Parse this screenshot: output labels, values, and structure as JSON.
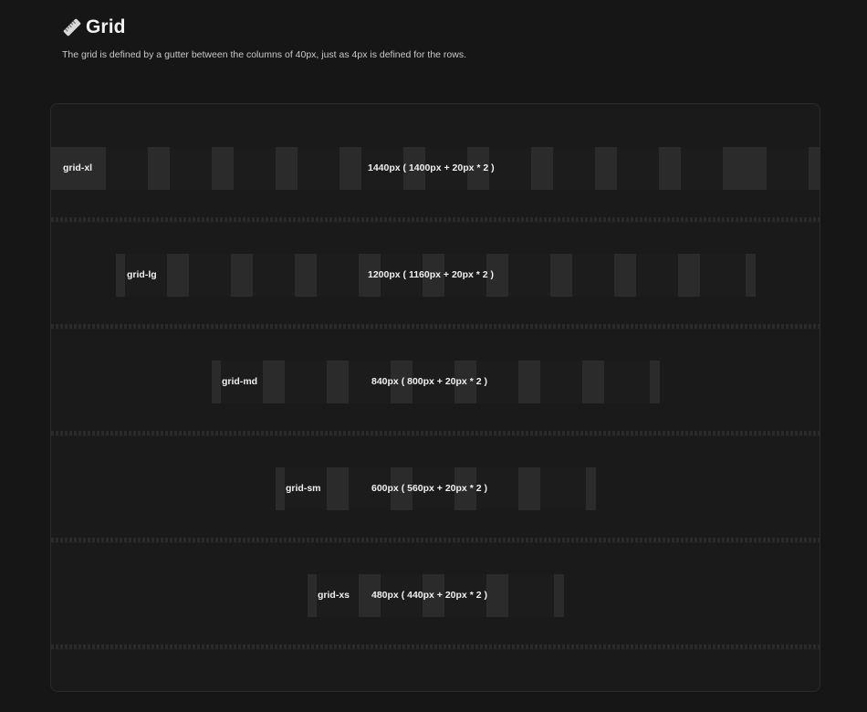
{
  "header": {
    "icon": "ruler-icon",
    "title": "Grid",
    "description": "The grid is defined by a gutter between the columns of 40px, just as 4px is defined for the rows."
  },
  "grids": [
    {
      "label": "grid-xl",
      "size": "1440px ( 1400px + 20px * 2 )"
    },
    {
      "label": "grid-lg",
      "size": "1200px ( 1160px + 20px * 2 )"
    },
    {
      "label": "grid-md",
      "size": "840px ( 800px + 20px * 2 )"
    },
    {
      "label": "grid-sm",
      "size": "600px ( 560px + 20px * 2 )"
    },
    {
      "label": "grid-xs",
      "size": "480px ( 440px + 20px * 2 )"
    }
  ],
  "colors": {
    "background": "#161616",
    "panel": "#1a1a1a",
    "gutter": "#2b2b2b",
    "column": "#1c1c1c"
  }
}
